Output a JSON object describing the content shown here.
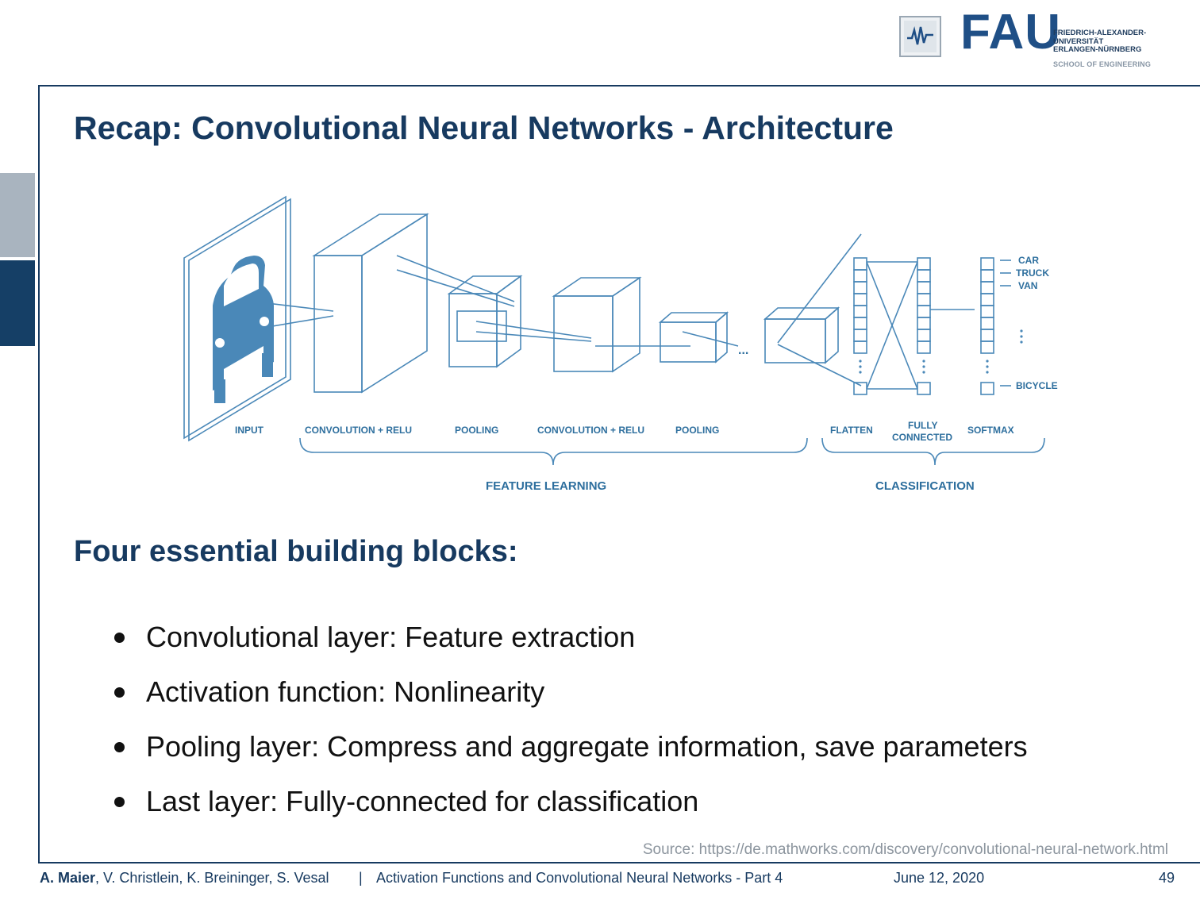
{
  "header": {
    "logo_word": "FAU",
    "university_lines": [
      "FRIEDRICH-ALEXANDER-",
      "UNIVERSITÄT",
      "ERLANGEN-NÜRNBERG"
    ],
    "school": "SCHOOL OF ENGINEERING"
  },
  "slide": {
    "title": "Recap: Convolutional Neural Networks - Architecture",
    "subtitle": "Four essential building blocks:",
    "bullets": [
      "Convolutional layer: Feature extraction",
      "Activation function: Nonlinearity",
      "Pooling layer: Compress and aggregate information, save parameters",
      "Last layer: Fully-connected for classification"
    ],
    "source": "Source: https://de.mathworks.com/discovery/convolutional-neural-network.html"
  },
  "diagram": {
    "stages": [
      "INPUT",
      "CONVOLUTION + RELU",
      "POOLING",
      "CONVOLUTION + RELU",
      "POOLING",
      "FLATTEN",
      "FULLY",
      "CONNECTED",
      "SOFTMAX"
    ],
    "groups": [
      "FEATURE LEARNING",
      "CLASSIFICATION"
    ],
    "classes": [
      "CAR",
      "TRUCK",
      "VAN",
      "BICYCLE"
    ],
    "ellipsis": "..."
  },
  "footer": {
    "lead_author": "A. Maier",
    "coauthors": ", V. Christlein, K. Breininger, S. Vesal",
    "separator": "|",
    "talk": "Activation Functions and Convolutional Neural Networks - Part 4",
    "date": "June 12, 2020",
    "page": "49"
  },
  "colors": {
    "navy": "#173a60",
    "diagram_blue": "#4a88b8",
    "label_blue": "#2e6f9e"
  }
}
